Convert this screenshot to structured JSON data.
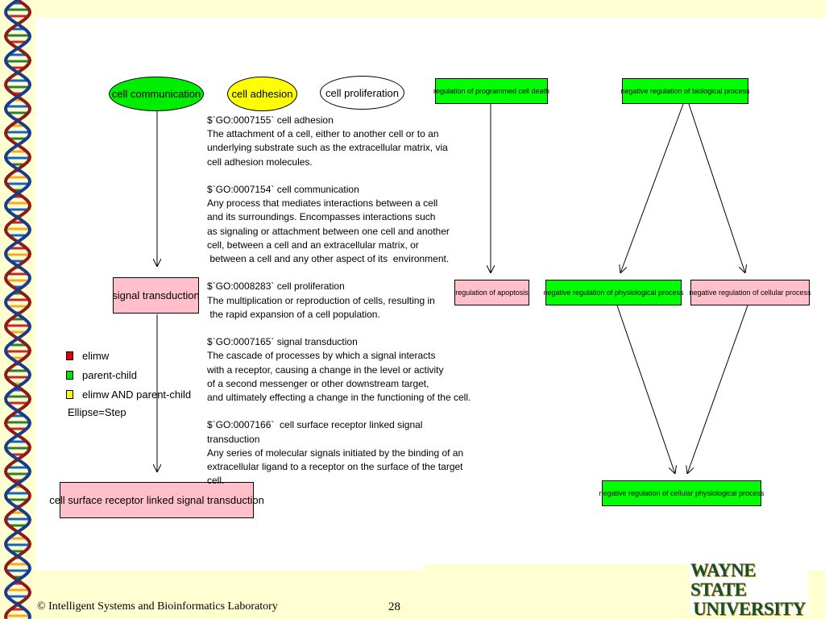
{
  "ellipses": {
    "cell_communication": "cell communication",
    "cell_adhesion": "cell adhesion",
    "cell_proliferation": "cell proliferation"
  },
  "left_nodes": {
    "signal_transduction": "signal transduction",
    "cell_surface": "cell surface receptor linked signal transduction"
  },
  "right_nodes": {
    "reg_programmed_death": "regulation of programmed cell death",
    "neg_reg_biological": "negative regulation of biological process",
    "reg_apoptosis": "regulation of apoptosis",
    "neg_reg_physiological": "negative regulation of physiological process",
    "neg_reg_cellular": "negative regulation of cellular process",
    "neg_reg_cellular_physiological": "negative regulation of cellular physiological process"
  },
  "descriptions": [
    {
      "id_line": "$`GO:0007155` cell adhesion",
      "lines": [
        "The attachment of a cell, either to another cell or to an",
        "underlying substrate such as the extracellular matrix, via",
        "cell adhesion molecules."
      ]
    },
    {
      "id_line": "$`GO:0007154` cell communication",
      "lines": [
        "Any process that mediates interactions between a cell",
        "and its surroundings. Encompasses interactions such",
        "as signaling or attachment between one cell and another",
        "cell, between a cell and an extracellular matrix, or",
        " between a cell and any other aspect of its  environment."
      ]
    },
    {
      "id_line": "$`GO:0008283` cell proliferation",
      "lines": [
        "The multiplication or reproduction of cells, resulting in",
        " the rapid expansion of a cell population."
      ]
    },
    {
      "id_line": "$`GO:0007165` signal transduction",
      "lines": [
        "The cascade of processes by which a signal interacts",
        "with a receptor, causing a change in the level or activity",
        "of a second messenger or other downstream target,",
        "and ultimately effecting a change in the functioning of the cell."
      ]
    },
    {
      "id_line": "$`GO:0007166`  cell surface receptor linked signal",
      "lines": [
        "transduction",
        "Any series of molecular signals initiated by the binding of an",
        "extracellular ligand to a receptor on the surface of the target",
        "cell."
      ]
    }
  ],
  "legend": {
    "items": [
      {
        "label": "elimw",
        "color": "#e00000"
      },
      {
        "label": "parent-child",
        "color": "#00e000"
      },
      {
        "label": "elimw AND parent-child",
        "color": "#ffff00"
      }
    ],
    "note": "Ellipse=Step"
  },
  "colors": {
    "green": "#00ff00",
    "pink": "#ffc0cb",
    "yellow": "#ffff00",
    "background": "#ffffd2"
  },
  "footer": {
    "copyright": "© Intelligent Systems and Bioinformatics Laboratory",
    "page": "28"
  },
  "logo": {
    "line1": "WAYNE STATE",
    "line2": "UNIVERSITY"
  }
}
